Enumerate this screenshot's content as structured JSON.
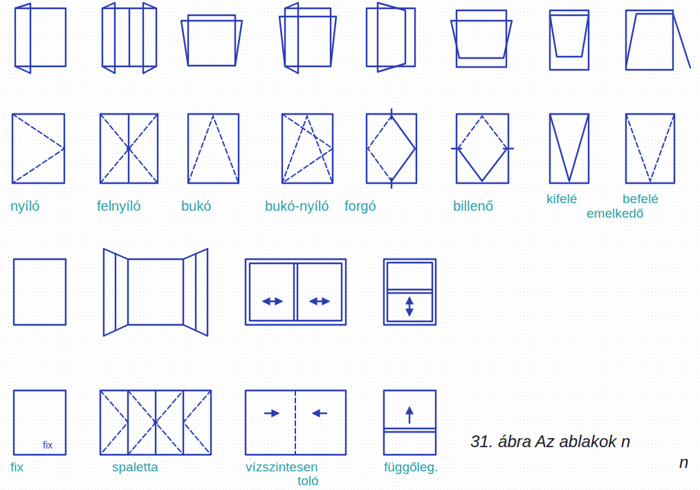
{
  "diagram": {
    "caption": "31. ábra Az ablakok n",
    "labels": [
      "nyíló",
      "felnyíló",
      "bukó",
      "bukó-nyíló",
      "forgó",
      "billenő",
      "kifelé",
      "befelé",
      "emelkedő",
      "fix",
      "fix",
      "spaletta",
      "vízszintesen",
      "toló",
      "függőleg.",
      "n"
    ]
  }
}
